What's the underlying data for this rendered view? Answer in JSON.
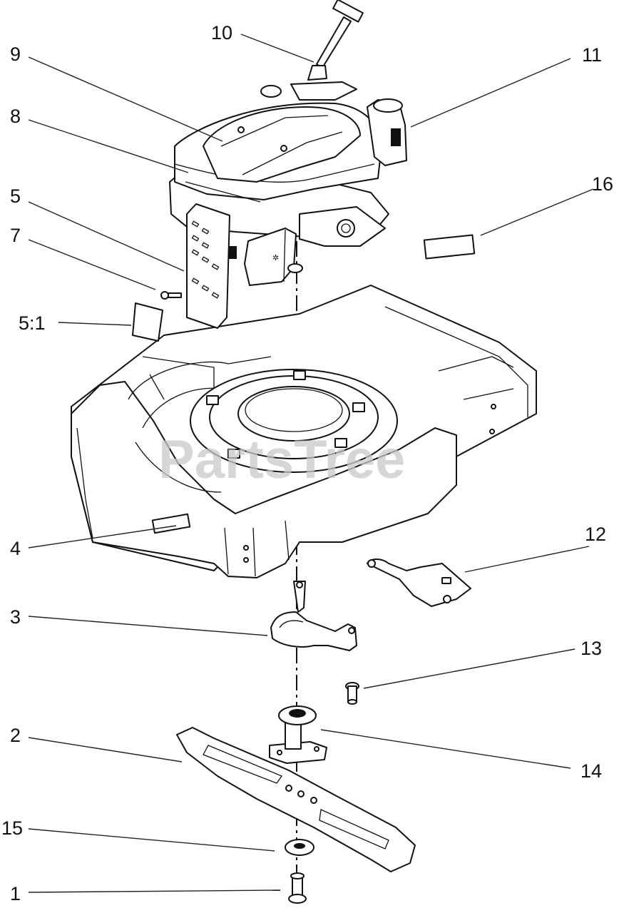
{
  "watermark": "PartsTree",
  "callouts": [
    {
      "id": "c10",
      "label": "10"
    },
    {
      "id": "c9",
      "label": "9"
    },
    {
      "id": "c11",
      "label": "11"
    },
    {
      "id": "c8",
      "label": "8"
    },
    {
      "id": "c5",
      "label": "5"
    },
    {
      "id": "c16",
      "label": "16"
    },
    {
      "id": "c7",
      "label": "7"
    },
    {
      "id": "c5-1",
      "label": "5:1"
    },
    {
      "id": "c4",
      "label": "4"
    },
    {
      "id": "c12",
      "label": "12"
    },
    {
      "id": "c3",
      "label": "3"
    },
    {
      "id": "c13",
      "label": "13"
    },
    {
      "id": "c2",
      "label": "2"
    },
    {
      "id": "c14",
      "label": "14"
    },
    {
      "id": "c15",
      "label": "15"
    },
    {
      "id": "c1",
      "label": "1"
    }
  ]
}
